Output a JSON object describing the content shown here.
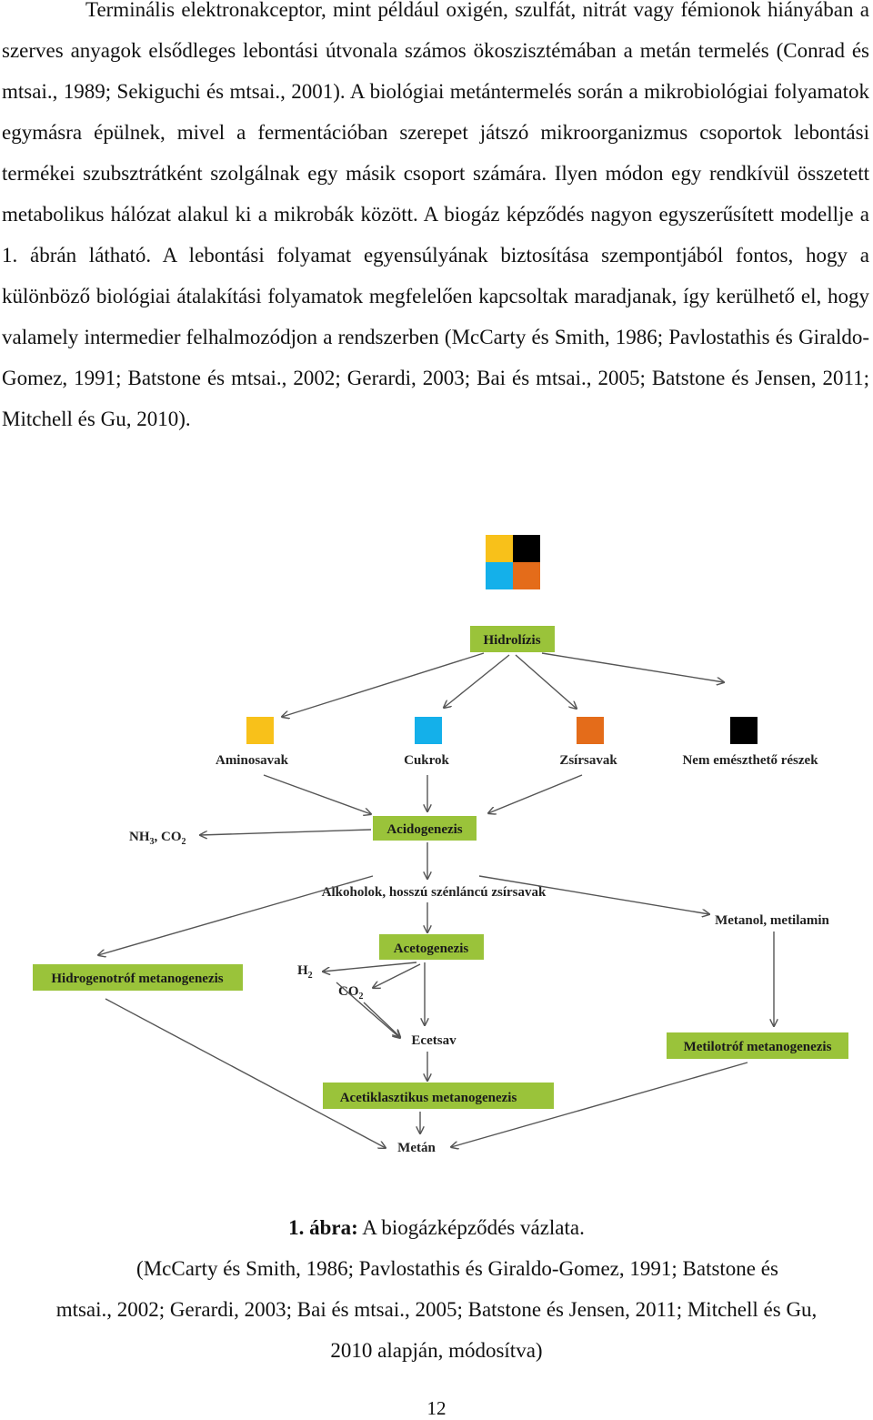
{
  "body_text": "Terminális elektronakceptor, mint például oxigén, szulfát, nitrát vagy fémionok hiányában a szerves anyagok elsődleges lebontási útvonala számos ökoszisztémában a metán termelés (Conrad és mtsai., 1989; Sekiguchi és mtsai., 2001). A biológiai metántermelés során a mikrobiológiai folyamatok egymásra épülnek, mivel a fermentációban szerepet játszó mikroorganizmus csoportok lebontási termékei szubsztrátként szolgálnak egy másik csoport számára. Ilyen módon egy rendkívül összetett metabolikus hálózat alakul ki a mikrobák között. A biogáz képződés nagyon egyszerűsített modellje a 1. ábrán látható. A lebontási folyamat egyensúlyának biztosítása szempontjából fontos, hogy a különböző biológiai átalakítási folyamatok megfelelően kapcsoltak maradjanak, így kerülhető el, hogy valamely intermedier felhalmozódjon a rendszerben (McCarty és Smith, 1986; Pavlostathis és Giraldo-Gomez, 1991; Batstone és mtsai., 2002; Gerardi, 2003; Bai és mtsai., 2005; Batstone és Jensen, 2011; Mitchell és Gu, 2010).",
  "colors": {
    "green_box": "#9ac33a",
    "amino": "#f8c11a",
    "sugar": "#14b0ea",
    "fatty": "#e46c1a",
    "indigestible": "#000000",
    "arrow": "#555555"
  },
  "diagram": {
    "hydrolysis": "Hidrolízis",
    "aminoacids": "Aminosavak",
    "sugars": "Cukrok",
    "fattyacids": "Zsírsavak",
    "indigestible": "Nem emészthető részek",
    "nh3_co2": {
      "nh": "NH",
      "sub3": "3",
      "co": ", CO",
      "sub2": "2"
    },
    "acidogenesis": "Acidogenezis",
    "alcohols": "Alkoholok, hosszú szénláncú zsírsavak",
    "methanol": "Metanol, metilamin",
    "acetogenesis": "Acetogenezis",
    "h2": {
      "h": "H",
      "sub": "2"
    },
    "co2": {
      "co": "CO",
      "sub": "2"
    },
    "hydrogenotrophic": "Hidrogenotróf  metanogenezis",
    "acetate": "Ecetsav",
    "methylotrophic": "Metilotróf metanogenezis",
    "acetoclastic": "Acetiklasztikus metanogenezis",
    "methane": "Metán"
  },
  "caption": {
    "label": "1. ábra:",
    "title": " A biogázképződés vázlata.",
    "line2": "(McCarty és Smith, 1986; Pavlostathis és Giraldo-Gomez, 1991; Batstone és",
    "line3": "mtsai., 2002; Gerardi, 2003; Bai és mtsai., 2005; Batstone és Jensen, 2011; Mitchell és Gu,",
    "line4": "2010 alapján, módosítva)"
  },
  "page_number": "12"
}
